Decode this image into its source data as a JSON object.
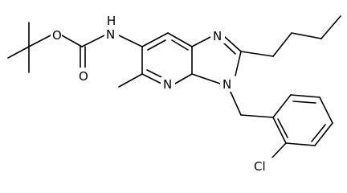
{
  "atom_labels": {
    "o_ether": "O",
    "o_carbonyl": "O",
    "nh": "N",
    "h": "H",
    "n_imidazole_top": "N",
    "n_pyridine": "N",
    "n_benzyl": "N",
    "cl": "Cl"
  },
  "colors": {
    "bond": "#000000",
    "background": "#ffffff"
  }
}
